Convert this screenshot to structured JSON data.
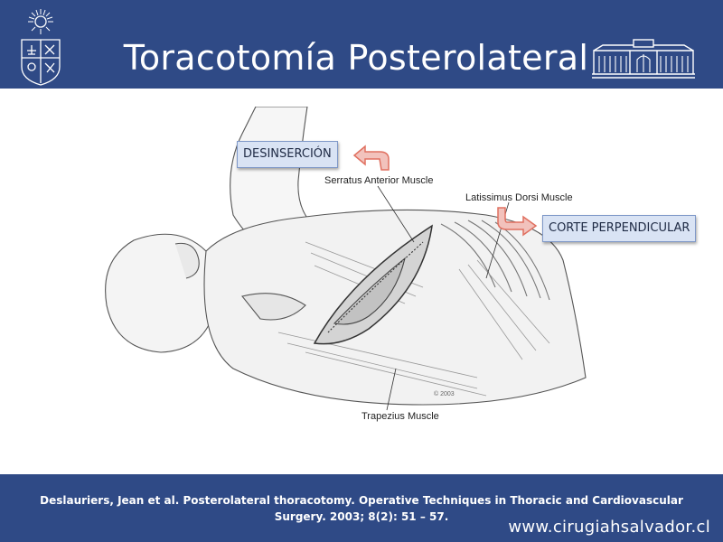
{
  "slide": {
    "title": "Toracotomía Posterolateral",
    "colors": {
      "header": "#2f4a86",
      "callout_bg": "#d9e3f4",
      "callout_border": "#7f98c8",
      "arrow": "#e07060"
    }
  },
  "figure": {
    "labels": {
      "serratus": "Serratus Anterior Muscle",
      "latissimus": "Latissimus Dorsi Muscle",
      "trapezius": "Trapezius Muscle",
      "copyright": "© 2003"
    },
    "callouts": {
      "desinsercion": "DESINSERCIÓN",
      "corte": "CORTE PERPENDICULAR"
    }
  },
  "footer": {
    "citation_line1": "Deslauriers, Jean et al. Posterolateral thoracotomy. Operative Techniques in Thoracic and Cardiovascular",
    "citation_line2": "Surgery. 2003; 8(2): 51 – 57.",
    "website": "www.cirugiahsalvador.cl"
  },
  "icons": [
    "university-seal-icon",
    "building-facade-icon",
    "curved-arrow-icon"
  ]
}
